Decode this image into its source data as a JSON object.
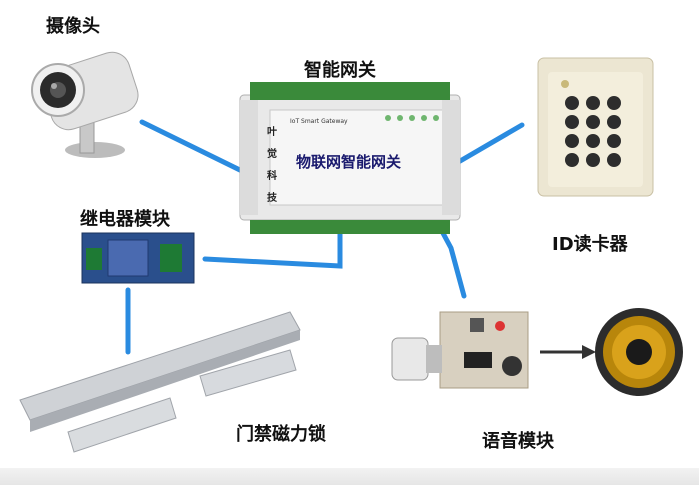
{
  "labels": {
    "camera": "摄像头",
    "gateway": "智能网关",
    "relay": "继电器模块",
    "id_reader": "ID读卡器",
    "magnetic_lock": "门禁磁力锁",
    "voice_module": "语音模块"
  },
  "gateway_device": {
    "title": "物联网智能网关",
    "vertical_brand": "叶 觉 科 技",
    "model_line": "IoT Smart Gateway"
  },
  "colors": {
    "connector": "#2a8be0",
    "arrow": "#333333"
  }
}
